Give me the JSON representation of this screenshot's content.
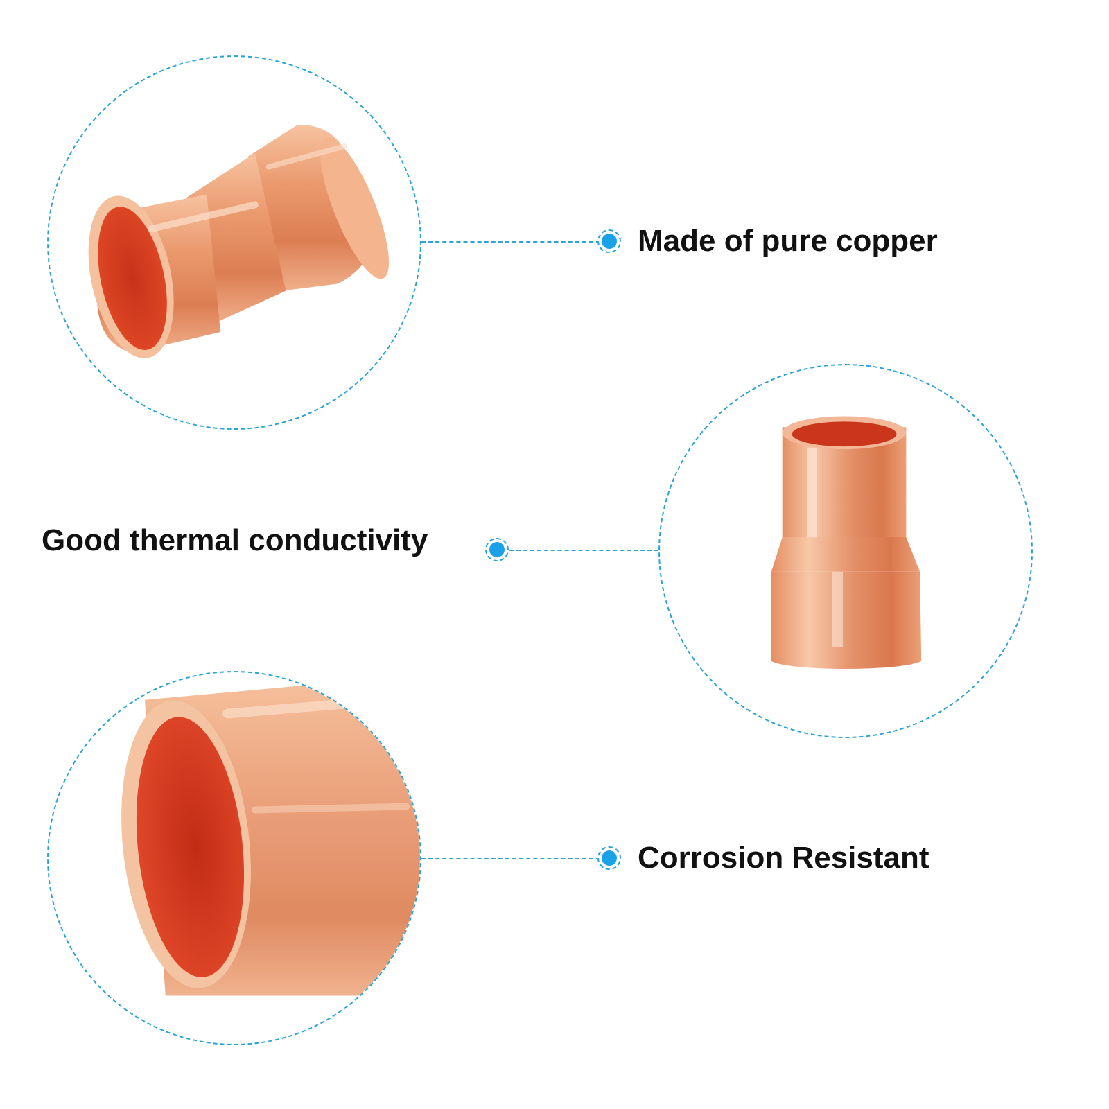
{
  "features": [
    {
      "label": "Made of pure copper"
    },
    {
      "label": "Good thermal conductivity"
    },
    {
      "label": "Corrosion Resistant"
    }
  ],
  "colors": {
    "accent": "#1aa1e8",
    "dash": "#2aa3d6",
    "copper": "#e8956a",
    "copper_inner": "#d43a1c",
    "text": "#111111"
  },
  "icons": [
    "copper-reducer-fitting-image",
    "copper-reducer-upright-image",
    "copper-pipe-end-closeup-image"
  ]
}
